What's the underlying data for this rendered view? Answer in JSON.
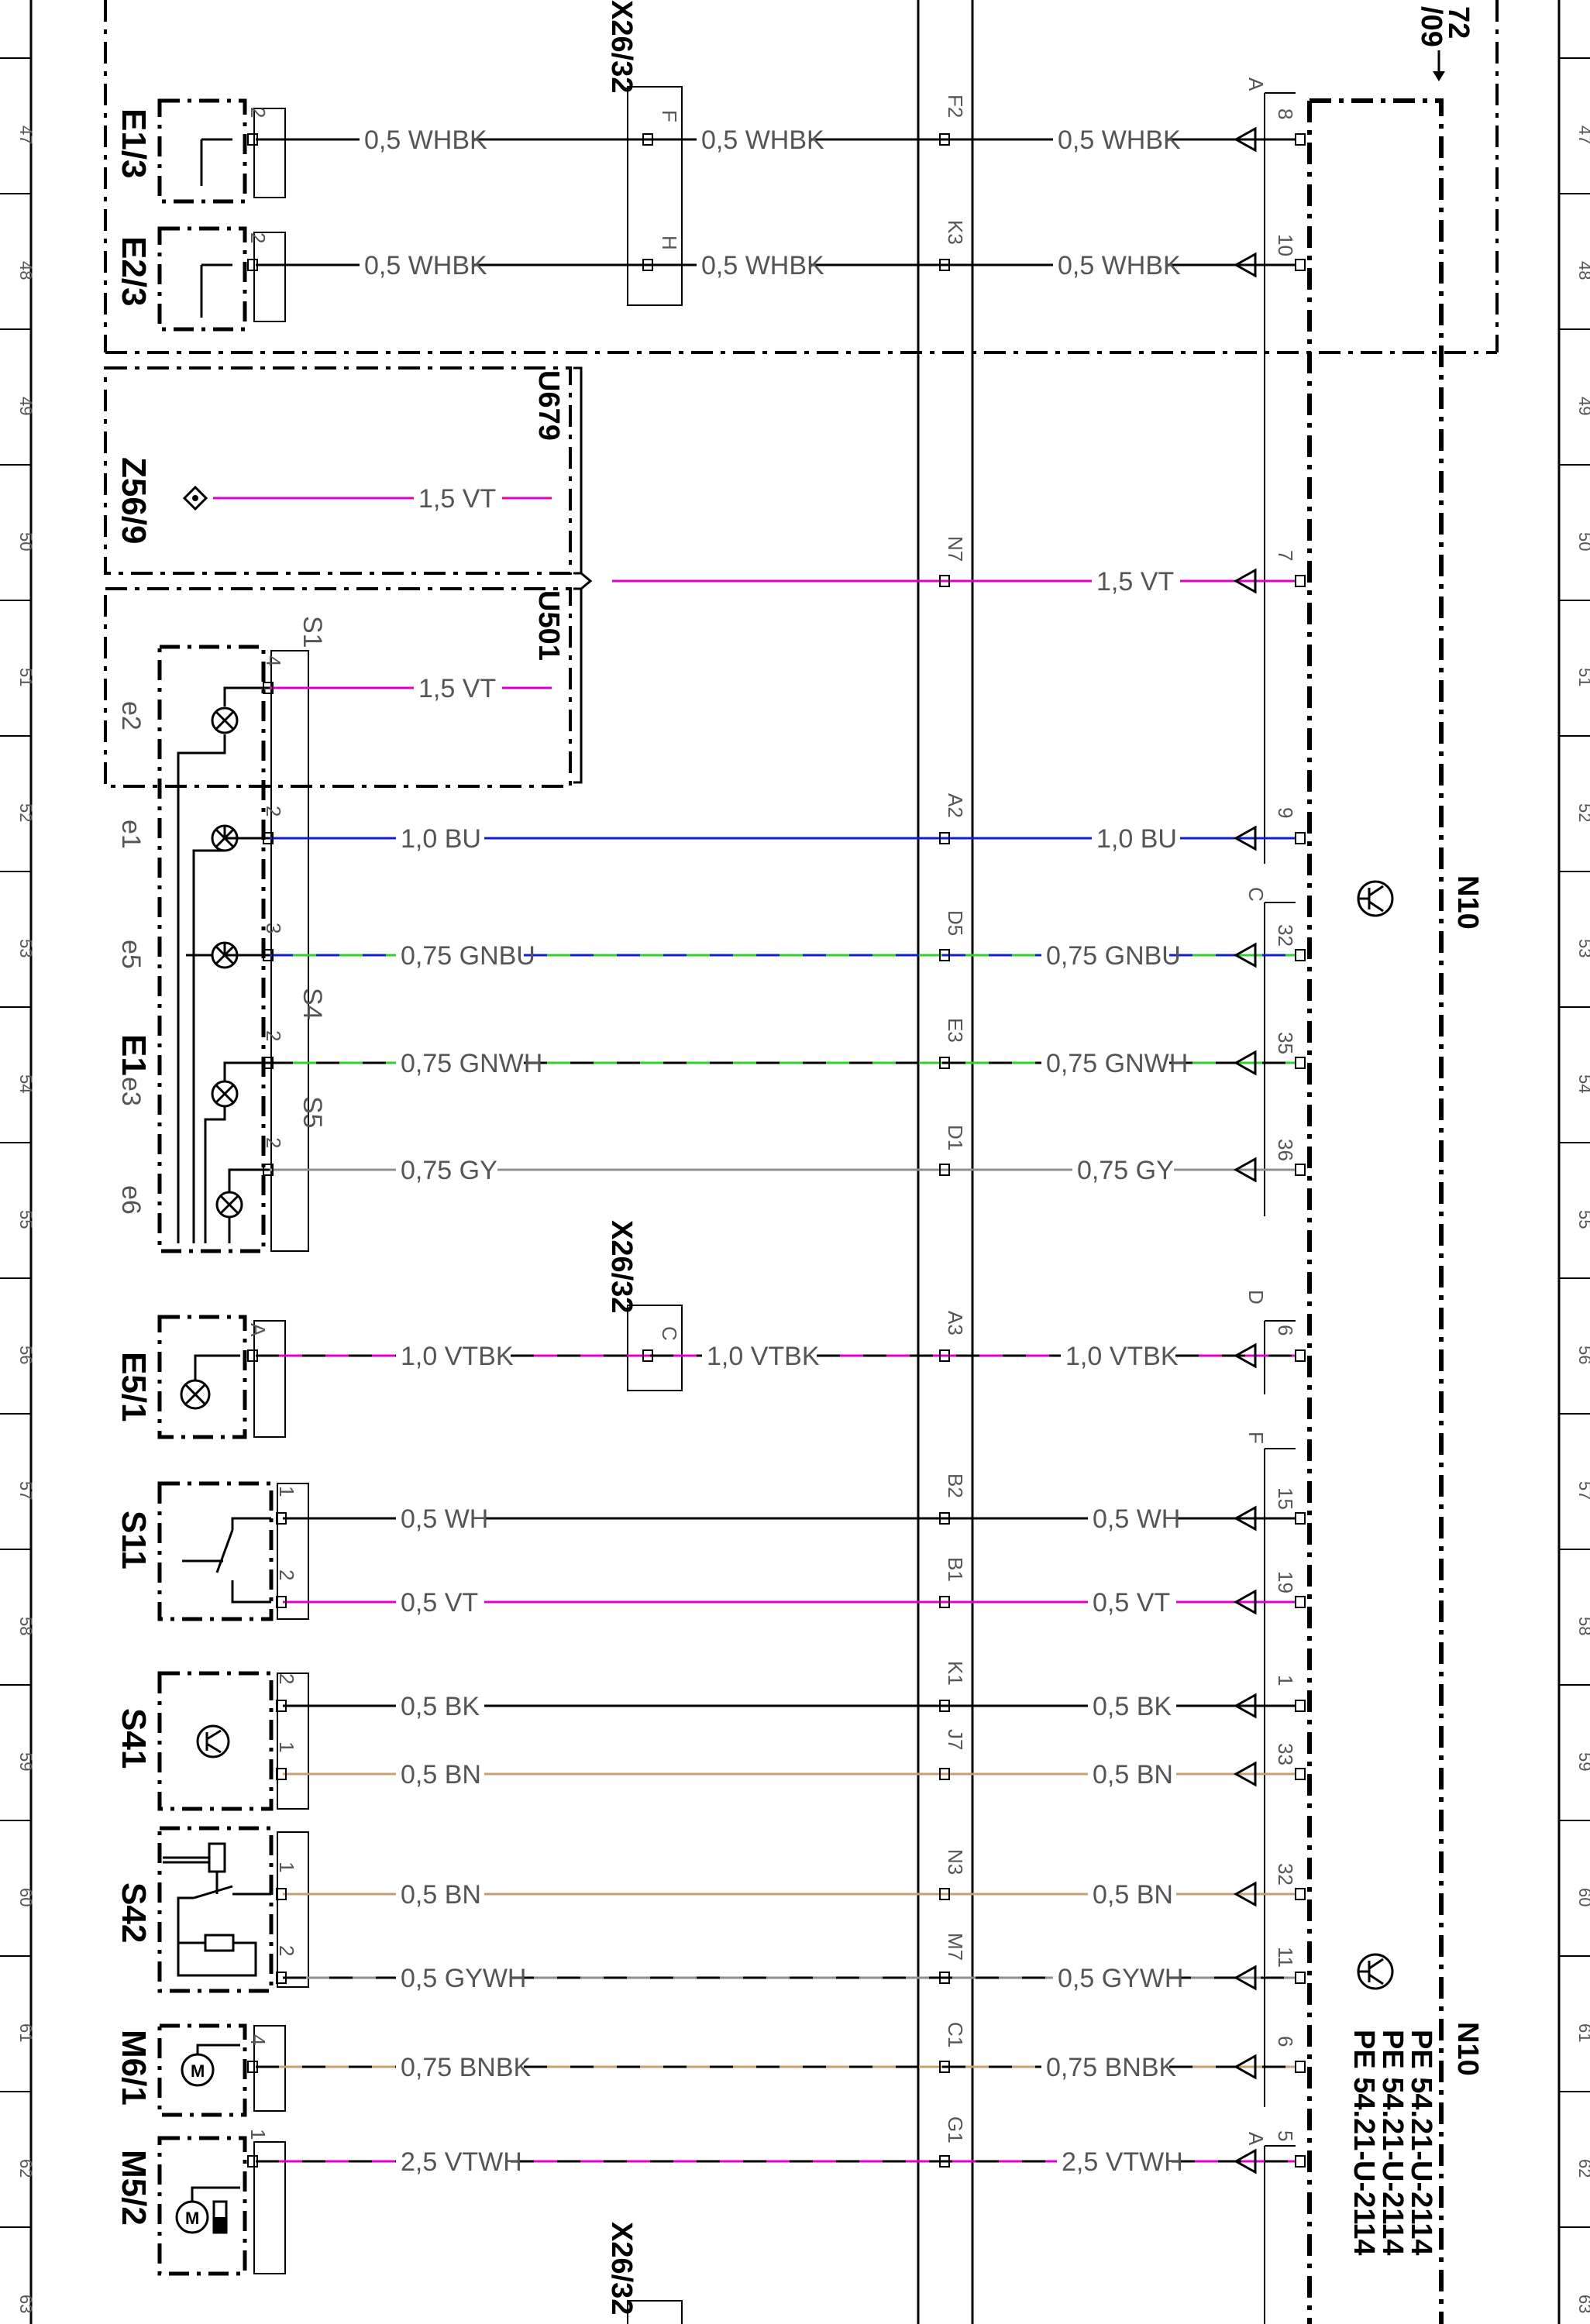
{
  "grid": {
    "rows": [
      "47",
      "48",
      "49",
      "50",
      "51",
      "52",
      "53",
      "54",
      "55",
      "56",
      "57",
      "58",
      "59",
      "60",
      "61",
      "62",
      "63"
    ]
  },
  "header": {
    "ref_top_a": "72",
    "ref_top_b": "/09"
  },
  "connectors": {
    "x26_top": "X26/32",
    "x26_mid": "X26/32",
    "x26_bot": "X26/32",
    "u679": "U679",
    "u501": "U501"
  },
  "components": {
    "e1_3": "E1/3",
    "e2_3": "E2/3",
    "z56_9": "Z56/9",
    "e1": "E1",
    "e5_1": "E5/1",
    "s11": "S11",
    "s41": "S41",
    "s42": "S42",
    "m6_1": "M6/1",
    "m5_2": "M5/2",
    "n10_a": "N10",
    "n10_b": "N10"
  },
  "sublabels": {
    "e1": "e1",
    "e2": "e2",
    "e3": "e3",
    "e5": "e5",
    "e6": "e6",
    "s1": "S1",
    "s4": "S4",
    "s5": "S5"
  },
  "n10_blocks": {
    "a": "A",
    "c": "C",
    "d": "D",
    "f": "F",
    "a2": "A"
  },
  "pe_refs": [
    "PE 54.21-U-2114",
    "PE 54.21-U-2114",
    "PE 54.21-U-2114"
  ],
  "wires": [
    {
      "id": "w47",
      "left_label": "0,5 WHBK",
      "mid_label": "0,5 WHBK",
      "right_label": "0,5 WHBK",
      "x26_pin": "F",
      "conn": "F2",
      "n10_pin": "8",
      "comp_pin": "2",
      "color": "#000000",
      "stripe": "#000000"
    },
    {
      "id": "w48",
      "left_label": "0,5 WHBK",
      "mid_label": "0,5 WHBK",
      "right_label": "0,5 WHBK",
      "x26_pin": "H",
      "conn": "K3",
      "n10_pin": "10",
      "comp_pin": "2",
      "color": "#000000",
      "stripe": "#000000"
    },
    {
      "id": "w50a",
      "left_label": "1,5 VT",
      "color": "#e000c8"
    },
    {
      "id": "w50b",
      "mid_label": "1,5 VT",
      "right_label": "1,5 VT",
      "conn": "N7",
      "n10_pin": "7",
      "color": "#e000c8"
    },
    {
      "id": "w51",
      "left_label": "1,5 VT",
      "comp_pin": "4",
      "color": "#e000c8"
    },
    {
      "id": "w52",
      "left_label": "1,0 BU",
      "right_label": "1,0 BU",
      "conn": "A2",
      "n10_pin": "9",
      "comp_pin": "2",
      "color": "#1020d0"
    },
    {
      "id": "w53",
      "left_label": "0,75 GNBU",
      "right_label": "0,75 GNBU",
      "conn": "D5",
      "n10_pin": "32",
      "comp_pin": "3",
      "color": "#30d030",
      "stripe": "#1020d0"
    },
    {
      "id": "w54",
      "left_label": "0,75 GNWH",
      "right_label": "0,75 GNWH",
      "conn": "E3",
      "n10_pin": "35",
      "comp_pin": "2",
      "color": "#30d030",
      "stripe": "#000000"
    },
    {
      "id": "w55",
      "left_label": "0,75 GY",
      "right_label": "0,75 GY",
      "conn": "D1",
      "n10_pin": "36",
      "comp_pin": "2",
      "color": "#909090"
    },
    {
      "id": "w56",
      "left_label": "1,0 VTBK",
      "mid_label": "1,0 VTBK",
      "right_label": "1,0 VTBK",
      "x26_pin": "C",
      "conn": "A3",
      "n10_pin": "6",
      "comp_pin": "A",
      "color": "#e000c8",
      "stripe": "#000000"
    },
    {
      "id": "w57",
      "left_label": "0,5 WH",
      "right_label": "0,5 WH",
      "conn": "B2",
      "n10_pin": "15",
      "comp_pin": "1",
      "color": "#000000"
    },
    {
      "id": "w58",
      "left_label": "0,5 VT",
      "right_label": "0,5 VT",
      "conn": "B1",
      "n10_pin": "19",
      "comp_pin": "2",
      "color": "#e000c8"
    },
    {
      "id": "w59a",
      "left_label": "0,5 BK",
      "right_label": "0,5 BK",
      "conn": "K1",
      "n10_pin": "1",
      "comp_pin": "2",
      "color": "#000000"
    },
    {
      "id": "w59b",
      "left_label": "0,5 BN",
      "right_label": "0,5 BN",
      "conn": "J7",
      "n10_pin": "33",
      "comp_pin": "1",
      "color": "#c8a070"
    },
    {
      "id": "w60a",
      "left_label": "0,5 BN",
      "right_label": "0,5 BN",
      "conn": "N3",
      "n10_pin": "32",
      "comp_pin": "1",
      "color": "#c8a070"
    },
    {
      "id": "w60b",
      "left_label": "0,5 GYWH",
      "right_label": "0,5 GYWH",
      "conn": "M7",
      "n10_pin": "11",
      "comp_pin": "2",
      "color": "#909090",
      "stripe": "#000000"
    },
    {
      "id": "w61",
      "left_label": "0,75 BNBK",
      "right_label": "0,75 BNBK",
      "conn": "C1",
      "n10_pin": "6",
      "comp_pin": "4",
      "color": "#c8a070",
      "stripe": "#000000"
    },
    {
      "id": "w62",
      "left_label": "2,5 VTWH",
      "right_label": "2,5 VTWH",
      "conn": "G1",
      "n10_pin": "5",
      "comp_pin": "1",
      "color": "#e000c8",
      "stripe": "#000000"
    }
  ]
}
